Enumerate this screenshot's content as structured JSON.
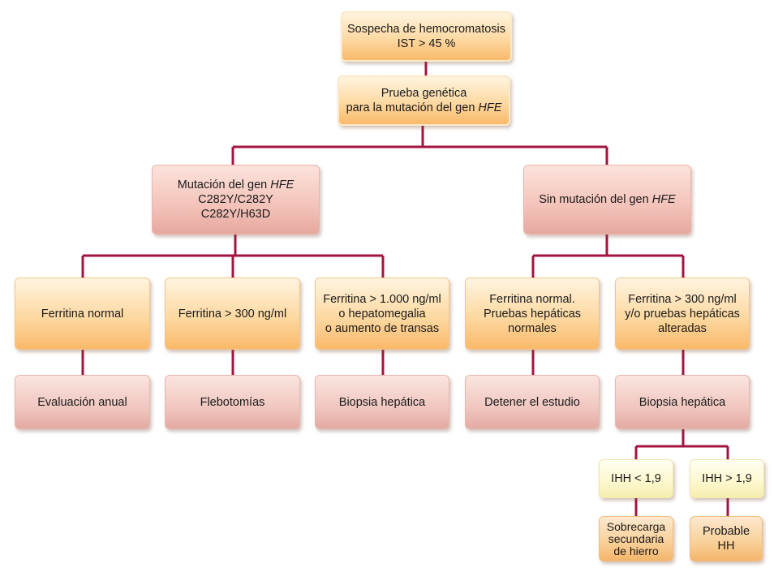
{
  "nodes": {
    "start": {
      "lines": [
        "Sospecha de hemocromatosis",
        "IST > 45 %"
      ]
    },
    "genetic_test": {
      "lines": [
        "Prueba genética",
        "para la mutación del gen HFE"
      ]
    },
    "mutation": {
      "lines": [
        "Mutación del gen HFE",
        "C282Y/C282Y",
        "C282Y/H63D"
      ]
    },
    "no_mutation": {
      "lines": [
        "Sin mutación del gen HFE"
      ]
    },
    "ferritin_normal": {
      "lines": [
        "Ferritina normal"
      ]
    },
    "ferritin_300": {
      "lines": [
        "Ferritina > 300 ng/ml"
      ]
    },
    "ferritin_1000": {
      "lines": [
        "Ferritina > 1.000 ng/ml",
        "o hepatomegalia",
        "o aumento de transas"
      ]
    },
    "ferritin_normal_liver": {
      "lines": [
        "Ferritina normal.",
        "Pruebas hepáticas",
        "normales"
      ]
    },
    "ferritin_300_liver": {
      "lines": [
        "Ferritina > 300 ng/ml",
        "y/o pruebas hepáticas",
        "alteradas"
      ]
    },
    "annual_eval": {
      "lines": [
        "Evaluación anual"
      ]
    },
    "phlebotomies": {
      "lines": [
        "Flebotomías"
      ]
    },
    "biopsy_left": {
      "lines": [
        "Biopsia hepática"
      ]
    },
    "stop_study": {
      "lines": [
        "Detener el estudio"
      ]
    },
    "biopsy_right": {
      "lines": [
        "Biopsia hepática"
      ]
    },
    "ihh_low": {
      "lines": [
        "IHH < 1,9"
      ]
    },
    "ihh_high": {
      "lines": [
        "IHH > 1,9"
      ]
    },
    "secondary_overload": {
      "lines": [
        "Sobrecarga",
        "secundaria",
        "de hierro"
      ]
    },
    "probable_hh": {
      "lines": [
        "Probable",
        "HH"
      ]
    }
  },
  "colors": {
    "connector": "#a3143f",
    "orange": "#fdd9a2",
    "pink": "#f3c2b9",
    "yellow": "#fdf8cd"
  }
}
